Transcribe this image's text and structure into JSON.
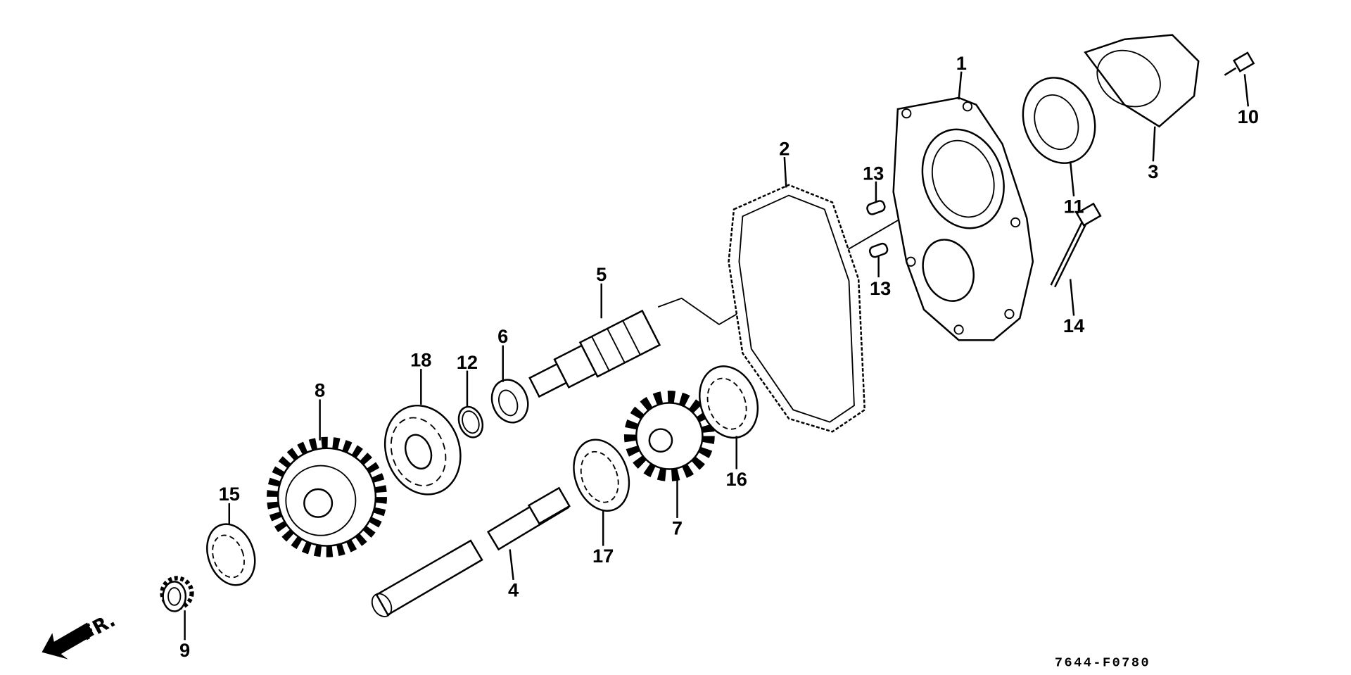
{
  "diagram": {
    "code": "7644-F0780",
    "direction_label": "FR.",
    "callouts": {
      "c1": "1",
      "c2": "2",
      "c3": "3",
      "c4": "4",
      "c5": "5",
      "c6": "6",
      "c7": "7",
      "c8": "8",
      "c9": "9",
      "c10": "10",
      "c11": "11",
      "c12": "12",
      "c13a": "13",
      "c13b": "13",
      "c14": "14",
      "c15": "15",
      "c16": "16",
      "c17": "17",
      "c18": "18"
    }
  }
}
